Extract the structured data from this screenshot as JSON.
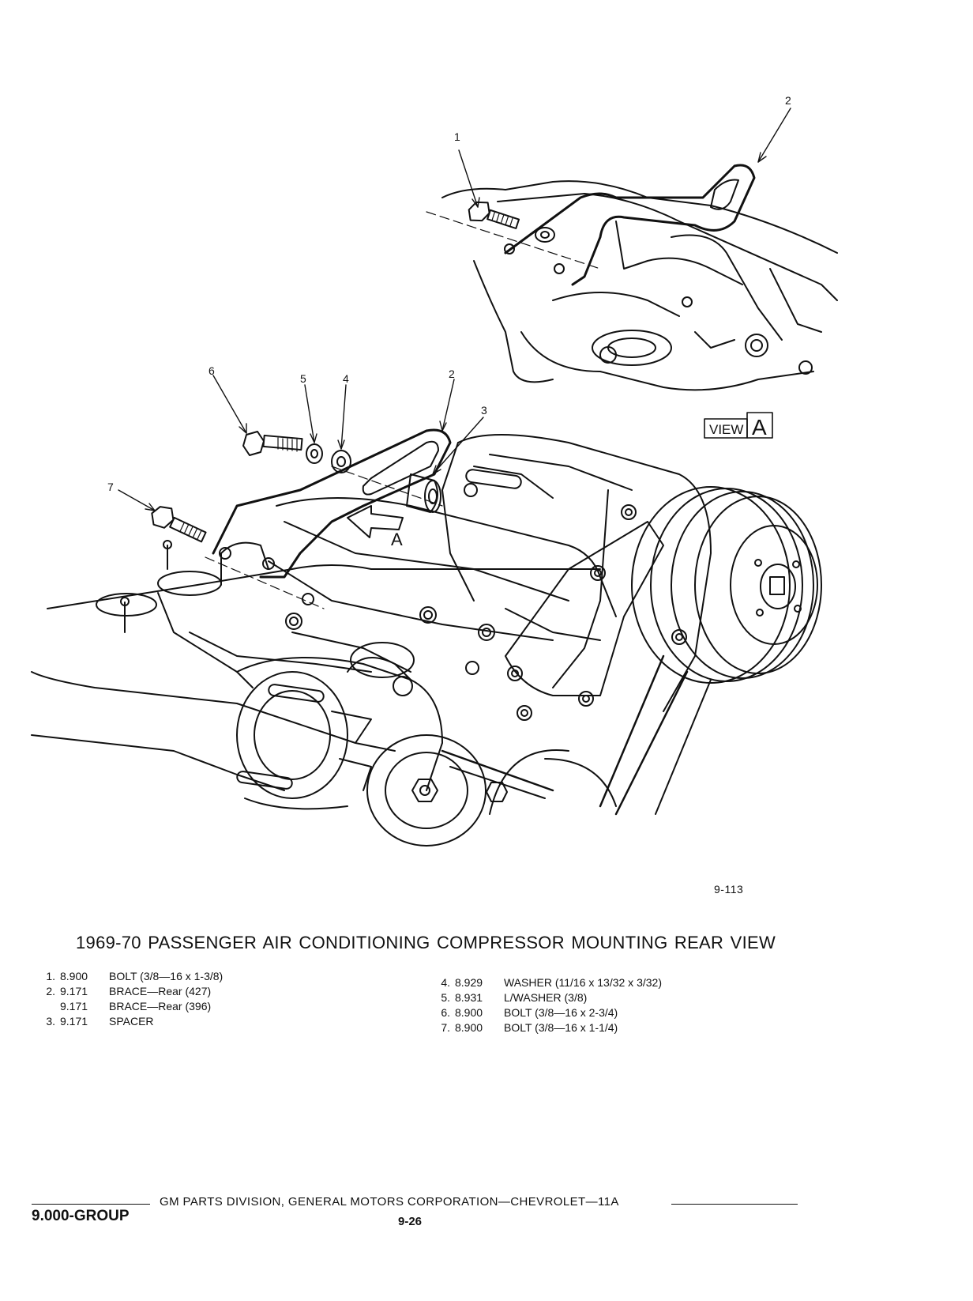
{
  "figure": {
    "id": "9-113",
    "title": "1969-70 PASSENGER AIR CONDITIONING COMPRESSOR MOUNTING REAR VIEW",
    "view_label": "VIEW",
    "view_letter": "A",
    "arrow_label": "A",
    "callouts": [
      "1",
      "2",
      "2",
      "3",
      "4",
      "5",
      "6",
      "7"
    ]
  },
  "parts_left": [
    {
      "num": "1.",
      "code": "8.900",
      "desc": "BOLT (3/8—16 x 1-3/8)"
    },
    {
      "num": "2.",
      "code": "9.171",
      "desc": "BRACE—Rear (427)"
    },
    {
      "num": "",
      "code": "9.171",
      "desc": "BRACE—Rear (396)"
    },
    {
      "num": "3.",
      "code": "9.171",
      "desc": "SPACER"
    }
  ],
  "parts_right": [
    {
      "num": "4.",
      "code": "8.929",
      "desc": "WASHER (11/16 x 13/32 x 3/32)"
    },
    {
      "num": "5.",
      "code": "8.931",
      "desc": "L/WASHER (3/8)"
    },
    {
      "num": "6.",
      "code": "8.900",
      "desc": "BOLT (3/8—16 x 2-3/4)"
    },
    {
      "num": "7.",
      "code": "8.900",
      "desc": "BOLT (3/8—16 x 1-1/4)"
    }
  ],
  "footer": {
    "publisher": "GM PARTS DIVISION, GENERAL MOTORS CORPORATION—CHEVROLET—11A",
    "group": "9.000-GROUP",
    "page": "9-26"
  }
}
